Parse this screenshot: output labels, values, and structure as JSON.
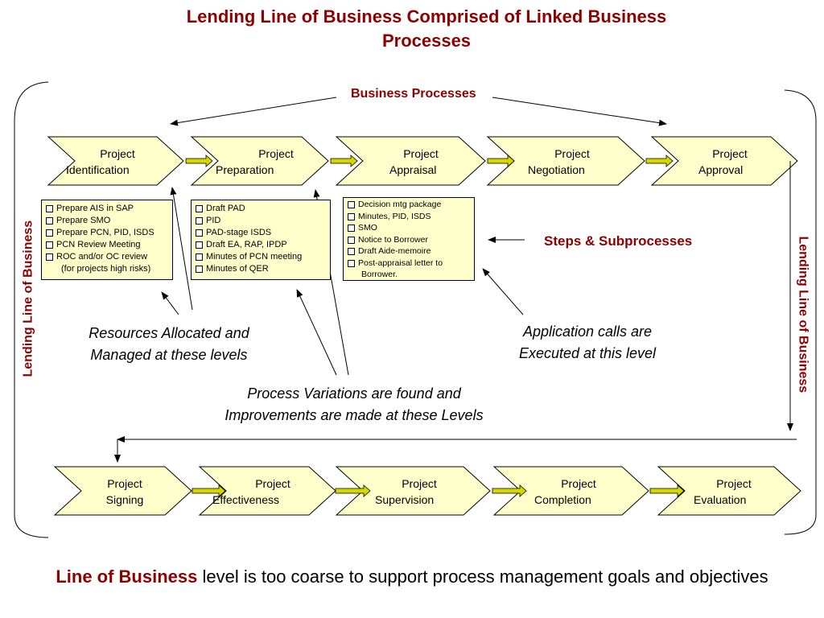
{
  "title_line1": "Lending Line of Business Comprised of Linked Business",
  "title_line2": "Processes",
  "business_processes_label": "Business Processes",
  "steps_label": "Steps & Subprocesses",
  "left_vertical_label": "Lending Line of Business",
  "right_vertical_label": "Lending Line of Business",
  "top_row": [
    {
      "line1": "Project",
      "line2": "Identification"
    },
    {
      "line1": "Project",
      "line2": "Preparation"
    },
    {
      "line1": "Project",
      "line2": "Appraisal"
    },
    {
      "line1": "Project",
      "line2": "Negotiation"
    },
    {
      "line1": "Project",
      "line2": "Approval"
    }
  ],
  "bottom_row": [
    {
      "line1": "Project",
      "line2": "Signing"
    },
    {
      "line1": "Project",
      "line2": "Effectiveness"
    },
    {
      "line1": "Project",
      "line2": "Supervision"
    },
    {
      "line1": "Project",
      "line2": "Completion"
    },
    {
      "line1": "Project",
      "line2": "Evaluation"
    }
  ],
  "box1": [
    "Prepare AIS in SAP",
    "Prepare SMO",
    "Prepare PCN, PID, ISDS",
    "PCN Review Meeting",
    "ROC and/or OC review",
    "(for projects high risks)"
  ],
  "box2": [
    "Draft PAD",
    "PID",
    "PAD-stage ISDS",
    "Draft EA, RAP, IPDP",
    "Minutes of PCN meeting",
    "Minutes of QER"
  ],
  "box3": [
    "Decision mtg package",
    "Minutes, PID, ISDS",
    "SMO",
    "Notice to Borrower",
    "Draft Aide-memoire",
    "Post-appraisal letter to",
    "Borrower."
  ],
  "resources_line1": "Resources Allocated and",
  "resources_line2": "Managed at these levels",
  "application_line1": "Application calls are",
  "application_line2": "Executed at this level",
  "variations_line1": "Process Variations are found and",
  "variations_line2": "Improvements are made at these Levels",
  "footer_bold": "Line of Business",
  "footer_rest": " level is too coarse to support process management goals and objectives",
  "colors": {
    "accent": "#8b0000",
    "chevron_fill": "#ffffcc",
    "connector": "#d6d600"
  }
}
